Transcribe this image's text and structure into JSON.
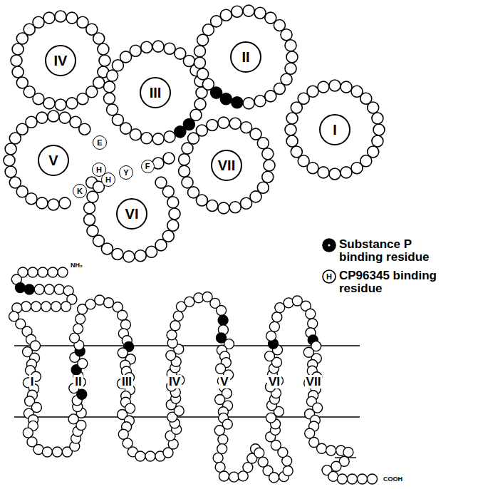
{
  "diagram": {
    "nodes": [
      {
        "text": [
          "IV"
        ]
      },
      {
        "text": [
          "III"
        ]
      },
      {
        "text": [
          "II"
        ]
      },
      {
        "text": [
          "I"
        ]
      },
      {
        "text": [
          "V"
        ]
      },
      {
        "text": [
          "VII"
        ]
      },
      {
        "text": [
          "VI"
        ]
      },
      {
        "text": [
          "E"
        ]
      },
      {
        "text": [
          "H"
        ]
      },
      {
        "text": [
          "H"
        ]
      },
      {
        "text": [
          "Y"
        ]
      },
      {
        "text": [
          "F"
        ]
      },
      {
        "text": [
          "K"
        ]
      }
    ],
    "labels": [
      "NH₂",
      "COOH",
      "H",
      "I",
      "II",
      "III",
      "IV",
      "V",
      "VI",
      "VII"
    ],
    "legend": [
      {
        "text": "Substance P binding residue"
      },
      {
        "text": "CP96345 binding residue"
      }
    ]
  }
}
